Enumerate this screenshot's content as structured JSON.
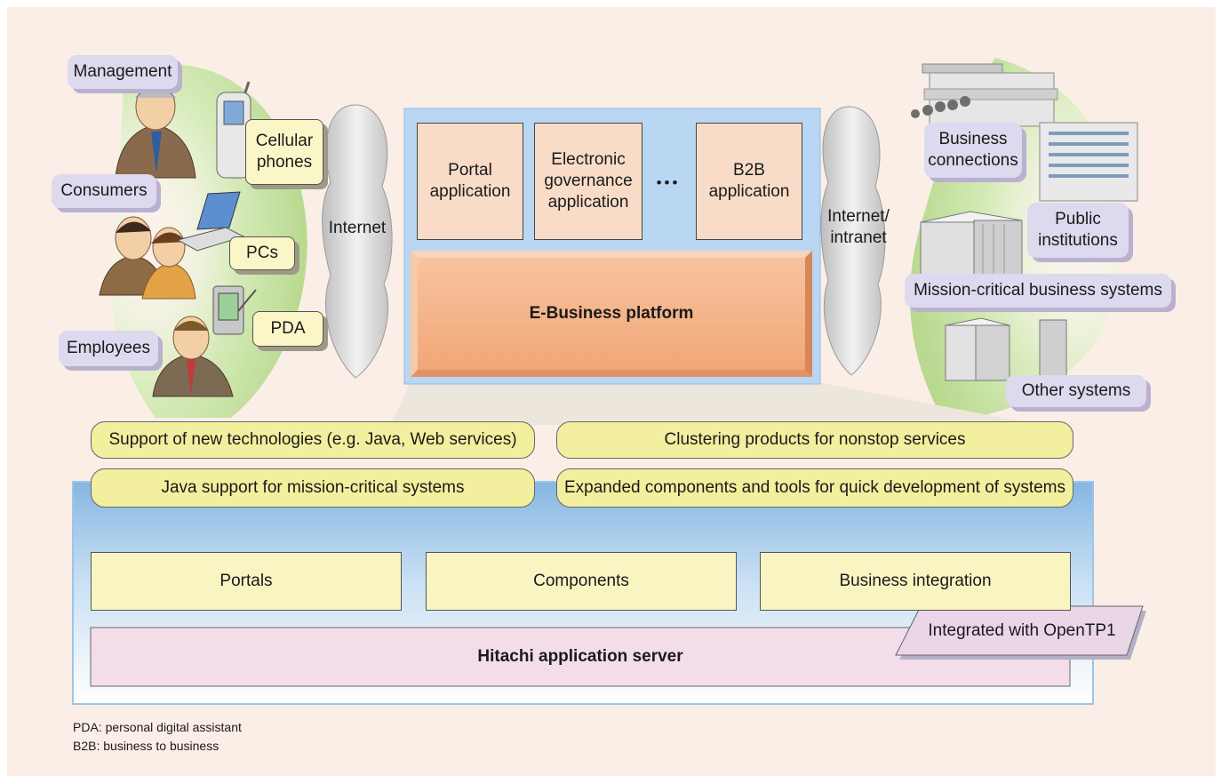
{
  "users": {
    "management": "Management",
    "consumers": "Consumers",
    "employees": "Employees"
  },
  "devices": {
    "cellular": [
      "Cellular",
      "phones"
    ],
    "pcs": "PCs",
    "pda": "PDA"
  },
  "networks": {
    "internet": "Internet",
    "internet_intranet": [
      "Internet/",
      "intranet"
    ]
  },
  "applications": [
    {
      "lines": [
        "Portal",
        "application"
      ]
    },
    {
      "lines": [
        "Electronic",
        "governance",
        "application"
      ]
    },
    {
      "lines": [
        "B2B",
        "application"
      ]
    }
  ],
  "ellipsis": "•••",
  "platform": "E-Business platform",
  "backend": {
    "business_connections": [
      "Business",
      "connections"
    ],
    "public_institutions": [
      "Public",
      "institutions"
    ],
    "mission_critical": "Mission-critical business systems",
    "other_systems": "Other systems"
  },
  "features": [
    "Support of new technologies (e.g. Java, Web services)",
    "Clustering products for nonstop services",
    "Java support for mission-critical systems",
    "Expanded components and tools for quick development of systems"
  ],
  "components": [
    "Portals",
    "Components",
    "Business integration"
  ],
  "server": "Hitachi application server",
  "opentp1": "Integrated with OpenTP1",
  "notes": [
    "PDA: personal digital assistant",
    "B2B: business to business"
  ],
  "colors": {
    "background": "#fbeee6",
    "platform": "#f4b289",
    "app_box": "#f9dcc7",
    "label_purple": "#ddd9ee",
    "label_yellow": "#fbf6c7",
    "pill": "#f2ef9e",
    "server": "#f3dde8",
    "green_fan": "#cfe4b0"
  }
}
